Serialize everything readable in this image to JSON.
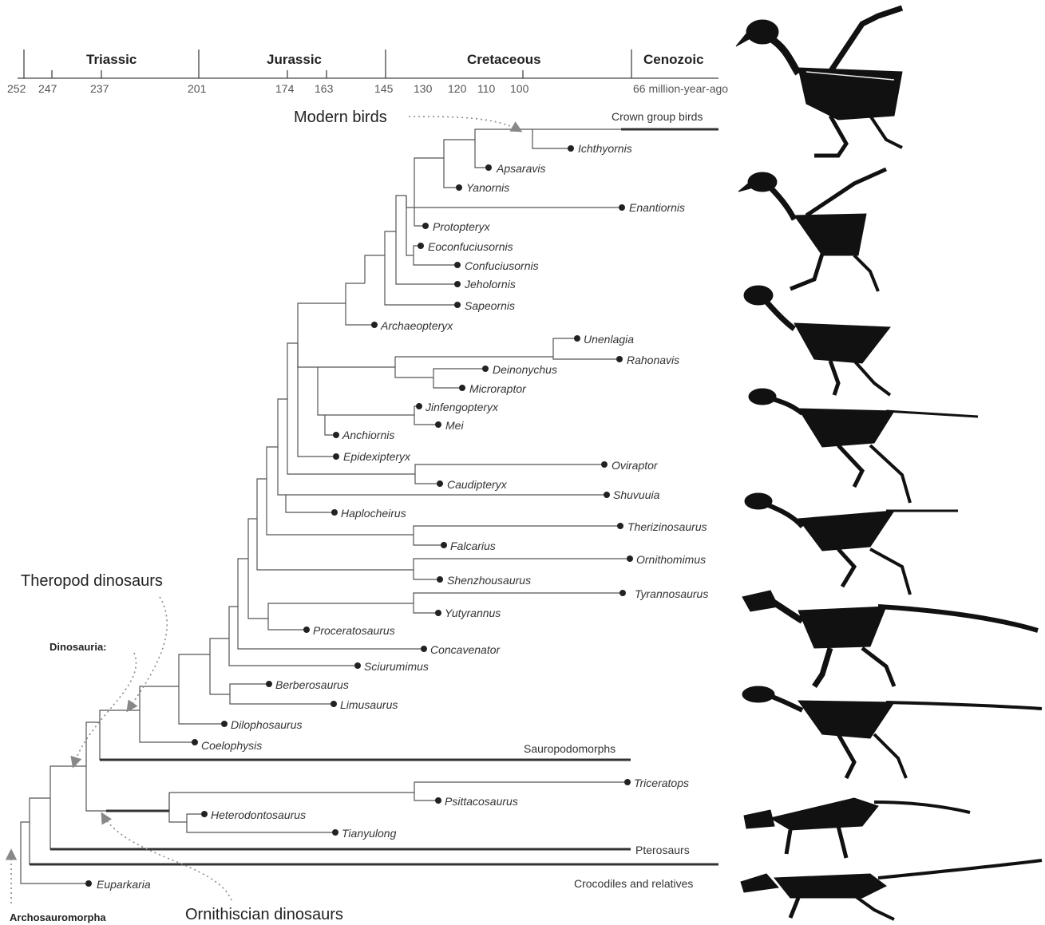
{
  "timeline": {
    "periods": [
      "Triassic",
      "Jurassic",
      "Cretaceous",
      "Cenozoic"
    ],
    "ticks": [
      "252",
      "247",
      "237",
      "201",
      "174",
      "163",
      "145",
      "130",
      "120",
      "110",
      "100",
      "66 million-year-ago"
    ]
  },
  "callouts": {
    "modern_birds": "Modern birds",
    "theropod": "Theropod dinosaurs",
    "dinosauria": "Dinosauria:",
    "archosauromorpha": "Archosauromorpha",
    "ornithiscian": "Ornithiscian dinosaurs"
  },
  "groups": {
    "crown_birds": "Crown group birds",
    "sauropodomorphs": "Sauropodomorphs",
    "pterosaurs": "Pterosaurs",
    "crocodiles": "Crocodiles and relatives"
  },
  "taxa": {
    "ichthyornis": "Ichthyornis",
    "apsaravis": "Apsaravis",
    "yanornis": "Yanornis",
    "enantiornis": "Enantiornis",
    "protopteryx": "Protopteryx",
    "eoconfuciusornis": "Eoconfuciusornis",
    "confuciusornis": "Confuciusornis",
    "jeholornis": "Jeholornis",
    "sapeornis": "Sapeornis",
    "archaeopteryx": "Archaeopteryx",
    "unenlagia": "Unenlagia",
    "rahonavis": "Rahonavis",
    "deinonychus": "Deinonychus",
    "microraptor": "Microraptor",
    "jinfengopteryx": "Jinfengopteryx",
    "mei": "Mei",
    "anchiornis": "Anchiornis",
    "epidexipteryx": "Epidexipteryx",
    "oviraptor": "Oviraptor",
    "caudipteryx": "Caudipteryx",
    "shuvuuia": "Shuvuuia",
    "haplocheirus": "Haplocheirus",
    "therizinosaurus": "Therizinosaurus",
    "falcarius": "Falcarius",
    "ornithomimus": "Ornithomimus",
    "shenzhousaurus": "Shenzhousaurus",
    "tyrannosaurus": "Tyrannosaurus",
    "yutyrannus": "Yutyrannus",
    "proceratosaurus": "Proceratosaurus",
    "concavenator": "Concavenator",
    "sciurumimus": "Sciurumimus",
    "berberosaurus": "Berberosaurus",
    "limusaurus": "Limusaurus",
    "dilophosaurus": "Dilophosaurus",
    "coelophysis": "Coelophysis",
    "triceratops": "Triceratops",
    "psittacosaurus": "Psittacosaurus",
    "heterodontosaurus": "Heterodontosaurus",
    "tianyulong": "Tianyulong",
    "euparkaria": "Euparkaria"
  },
  "colors": {
    "branch": "#555555",
    "thick": "#333333",
    "arrow": "#888888",
    "silhouette": "#111111"
  }
}
